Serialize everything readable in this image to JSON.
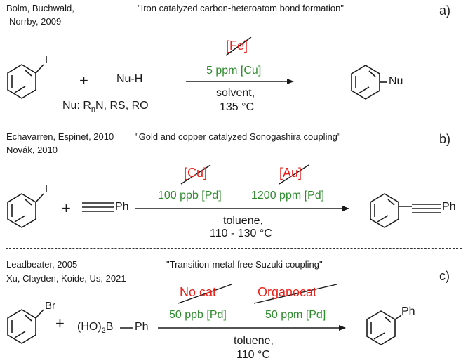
{
  "panel_a": {
    "refs": [
      "Bolm, Buchwald,",
      "Norrby, 2009"
    ],
    "title": "\"Iron catalyzed carbon-heteroatom bond formation\"",
    "letter": "a)",
    "iodo_label": "I",
    "plus": "+",
    "nucleophile": "Nu-H",
    "nu_def_prefix": "Nu: R",
    "nu_def_sub": "n",
    "nu_def_suffix": "N, RS, RO",
    "crossed_catalyst": "[Fe]",
    "catalyst": "5 ppm [Cu]",
    "conditions_1": "solvent,",
    "conditions_2": "135 °C",
    "product_label": "Nu"
  },
  "panel_b": {
    "refs": [
      "Echavarren, Espinet, 2010",
      "Novák, 2010"
    ],
    "title": "\"Gold  and copper catalyzed Sonogashira coupling\"",
    "letter": "b)",
    "iodo_label": "I",
    "plus": "+",
    "alkyne_label": "Ph",
    "crossed_catalyst_1": "[Cu]",
    "crossed_catalyst_2": "[Au]",
    "catalyst_1": "100 ppb [Pd]",
    "catalyst_2": "1200 ppm [Pd]",
    "conditions_1": "toluene,",
    "conditions_2": "110 - 130 °C",
    "product_label": "Ph"
  },
  "panel_c": {
    "refs": [
      "Leadbeater, 2005",
      "Xu, Clayden, Koide, Us, 2021"
    ],
    "title": "\"Transition-metal free Suzuki coupling\"",
    "letter": "c)",
    "bromo_label": "Br",
    "plus": "+",
    "boronic_prefix": "(HO)",
    "boronic_sub": "2",
    "boronic_suffix": "B",
    "boronic_ph": "Ph",
    "crossed_catalyst_1": "No cat",
    "crossed_catalyst_2": "Organocat",
    "catalyst_1": "50 ppb [Pd]",
    "catalyst_2": "50 ppm [Pd]",
    "conditions_1": "toluene,",
    "conditions_2": "110 °C",
    "product_label": "Ph"
  },
  "colors": {
    "catalyst_green": "#2e8b2e",
    "crossed_red": "#e8201a",
    "ink": "#1a1a1a"
  }
}
